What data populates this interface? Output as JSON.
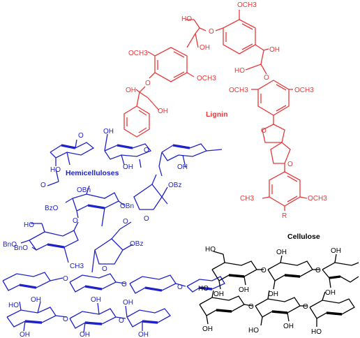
{
  "labels": {
    "lignin": "Lignin",
    "hemicelluloses": "Hemicelluloses",
    "cellulose": "Cellulose"
  },
  "groups": {
    "och3": "OCH3",
    "oh": "OH",
    "ho": "HO",
    "o": "O",
    "r": "R",
    "ch3": "CH3",
    "obn": "OBn",
    "bno": "BnO",
    "obz": "OBz",
    "bzo": "BzO"
  },
  "colors": {
    "lignin": "#e8393a",
    "hemicelluloses": "#1f22c8",
    "cellulose": "#000000"
  }
}
